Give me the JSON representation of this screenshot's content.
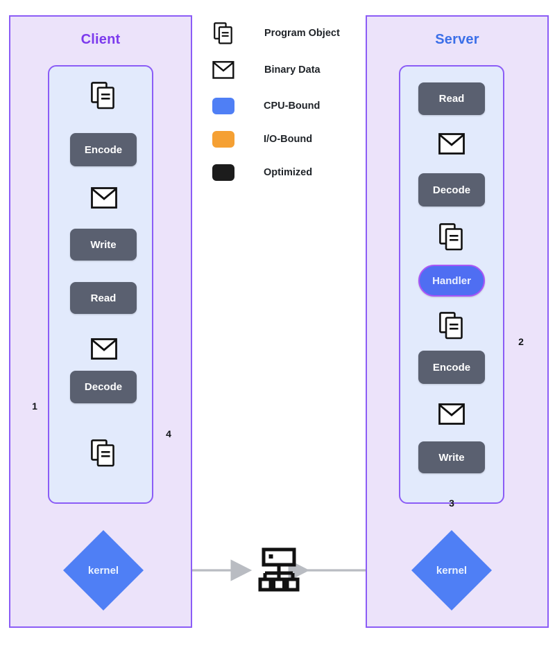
{
  "legend": {
    "items": [
      {
        "icon": "program-object-icon",
        "label": "Program Object",
        "kind": "icon",
        "color": "#111111"
      },
      {
        "icon": "binary-data-icon",
        "label": "Binary Data",
        "kind": "icon",
        "color": "#111111"
      },
      {
        "icon": "cpu-bound-swatch",
        "label": "CPU-Bound",
        "kind": "swatch",
        "color": "#4f7ff5"
      },
      {
        "icon": "io-bound-swatch",
        "label": "I/O-Bound",
        "kind": "swatch",
        "color": "#f5a033"
      },
      {
        "icon": "optimized-swatch",
        "label": "Optimized",
        "kind": "swatch",
        "color": "#1c1c1c"
      }
    ]
  },
  "panels": {
    "client": {
      "title": "Client",
      "title_color": "#7c3aed",
      "fill": "#ece3fa",
      "border": "#8b5cf6"
    },
    "server": {
      "title": "Server",
      "title_color": "#3b6fe8",
      "fill": "#ece3fa",
      "border": "#8b5cf6"
    }
  },
  "client_flow": {
    "steps": [
      {
        "type": "program-object",
        "label": ""
      },
      {
        "type": "box",
        "label": "Encode"
      },
      {
        "type": "binary-data",
        "label": ""
      },
      {
        "type": "box",
        "label": "Write"
      },
      {
        "type": "box",
        "label": "Read"
      },
      {
        "type": "binary-data",
        "label": ""
      },
      {
        "type": "box",
        "label": "Decode"
      },
      {
        "type": "program-object",
        "label": ""
      }
    ],
    "kernel": {
      "label": "kernel",
      "color": "#4f7ff5"
    }
  },
  "server_flow": {
    "steps": [
      {
        "type": "box",
        "label": "Read"
      },
      {
        "type": "binary-data",
        "label": ""
      },
      {
        "type": "box",
        "label": "Decode"
      },
      {
        "type": "program-object",
        "label": ""
      },
      {
        "type": "handler",
        "label": "Handler"
      },
      {
        "type": "program-object",
        "label": ""
      },
      {
        "type": "box",
        "label": "Encode"
      },
      {
        "type": "binary-data",
        "label": ""
      },
      {
        "type": "box",
        "label": "Write"
      }
    ],
    "kernel": {
      "label": "kernel",
      "color": "#4f7ff5"
    }
  },
  "wires": {
    "labels": {
      "one": "1",
      "two": "2",
      "three": "3",
      "four": "4"
    },
    "colors": {
      "io": "#f5a033",
      "optimized": "#ef5350",
      "network": "#b9bcc2",
      "step": "#b9bcc2"
    }
  },
  "network": {
    "icon": "network-hub-icon"
  }
}
